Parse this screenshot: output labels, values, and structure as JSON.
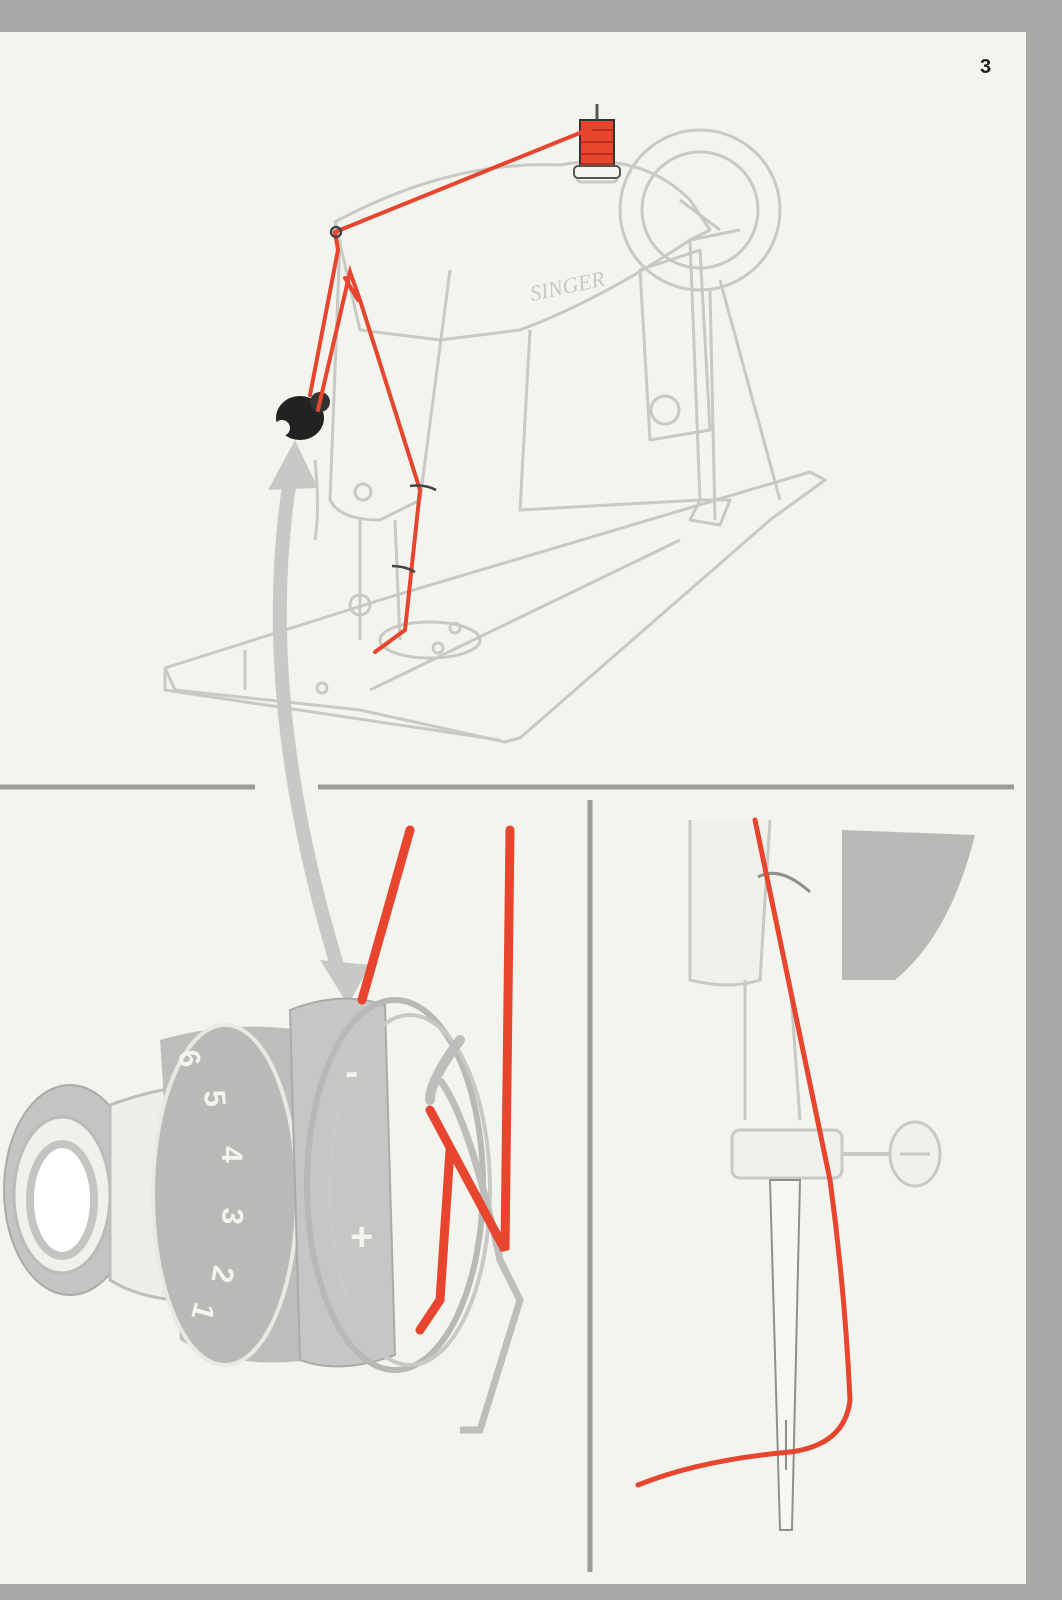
{
  "page": {
    "number": "3"
  },
  "machine_illustration": {
    "brand_text": "SINGER"
  },
  "tension_dial": {
    "numbers": [
      "6",
      "5",
      "4",
      "3",
      "2",
      "1"
    ],
    "minus_sign": "-",
    "plus_sign": "+"
  },
  "colors": {
    "thread": "#e8452f",
    "line_art": "#c9c9c4",
    "divider": "#9c9c9a",
    "border": "#a9a9a7",
    "paper": "#f4f4ef"
  }
}
